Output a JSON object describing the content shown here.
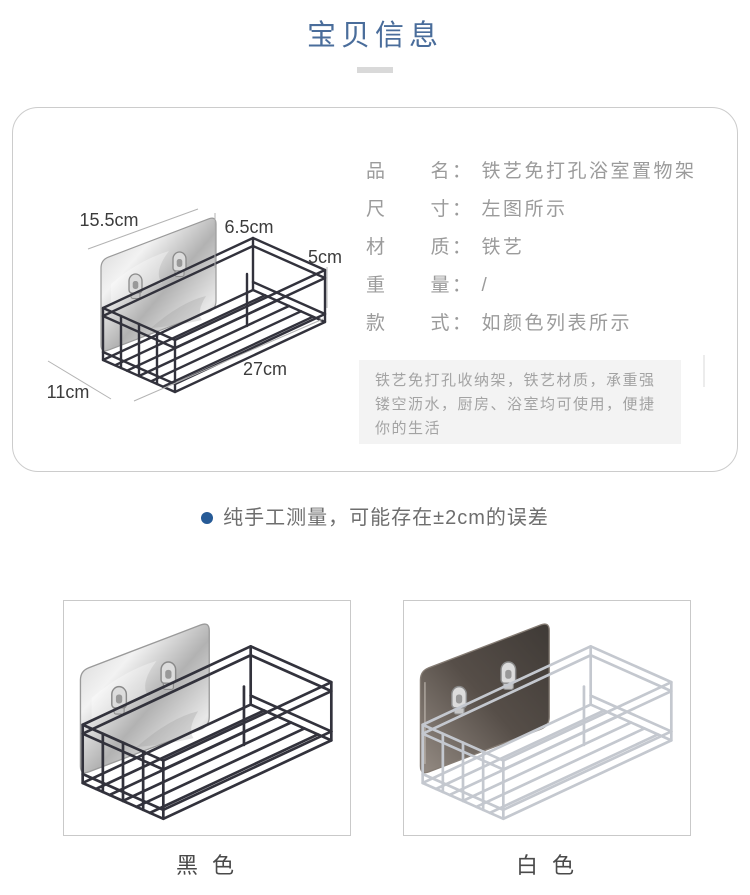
{
  "header": {
    "title": "宝贝信息"
  },
  "info": {
    "rows": [
      {
        "label": "品　　名：",
        "value": "铁艺免打孔浴室置物架"
      },
      {
        "label": "尺　　寸：",
        "value": "左图所示"
      },
      {
        "label": "材　　质：",
        "value": "铁艺"
      },
      {
        "label": "重　　量：",
        "value": "/"
      },
      {
        "label": "款　　式：",
        "value": "如颜色列表所示"
      }
    ],
    "description": "铁艺免打孔收纳架，铁艺材质，承重强镂空沥水，厨房、浴室均可使用，便捷你的生活"
  },
  "dimensions": {
    "plate_width": "15.5cm",
    "plate_height": "6.5cm",
    "rail_height": "5cm",
    "length": "27cm",
    "depth": "11cm"
  },
  "note": {
    "text": "纯手工测量，可能存在±2cm的误差"
  },
  "variants": [
    {
      "name": "黑 色"
    },
    {
      "name": "白 色"
    }
  ],
  "colors": {
    "accent_blue": "#4a6d9b",
    "underline_gray": "#d9d9d9",
    "spec_text": "#9b9b9b",
    "desc_bg": "#f3f3f3",
    "desc_text": "#a3a3a3",
    "note_bullet": "#265a96",
    "note_text": "#6e6e6e",
    "black_wire": "#32323c",
    "white_wire": "#c4c8cf",
    "card_border": "#cccccc"
  }
}
